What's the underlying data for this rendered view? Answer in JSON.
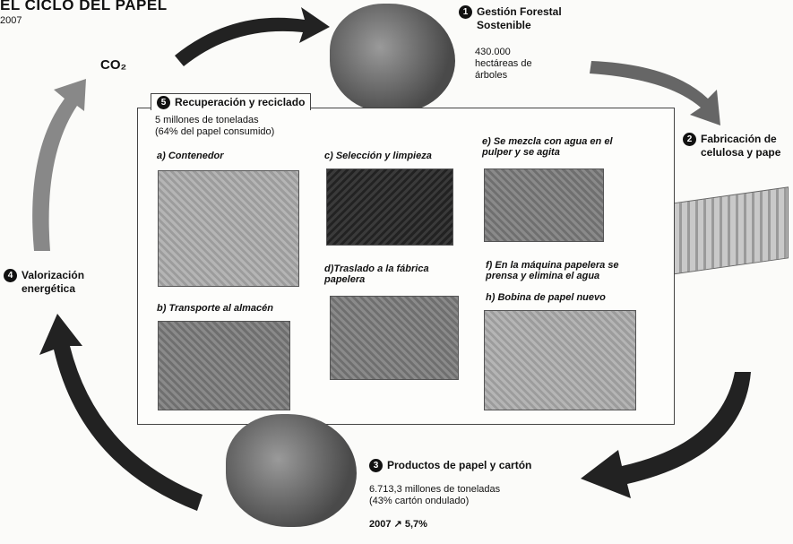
{
  "header": {
    "title": "EL CICLO DEL PAPEL",
    "year": "2007"
  },
  "co2": "CO₂",
  "stages": {
    "s1": {
      "num": "1",
      "title_l1": "Gestión Forestal",
      "title_l2": "Sostenible",
      "val_l1": "430.000",
      "val_l2": "hectáreas de",
      "val_l3": "árboles"
    },
    "s2": {
      "num": "2",
      "title_l1": "Fabricación de",
      "title_l2": "celulosa y pape"
    },
    "s3": {
      "num": "3",
      "title": "Productos de papel y cartón",
      "val_l1": "6.713,3 millones de toneladas",
      "val_l2": "(43% cartón ondulado)",
      "growth_year": "2007",
      "growth_arrow": "↗",
      "growth_val": "5,7%"
    },
    "s4": {
      "num": "4",
      "title_l1": "Valorización",
      "title_l2": "energética"
    },
    "s5": {
      "num": "5",
      "title": "Recuperación y reciclado",
      "val_l1": "5 millones de toneladas",
      "val_l2": "(64% del papel consumido)"
    }
  },
  "steps": {
    "a": "a) Contenedor",
    "b": "b) Transporte al almacén",
    "c": "c) Selección y limpieza",
    "d_l1": "d)Traslado a la fábrica",
    "d_l2": "papelera",
    "e_l1": "e) Se mezcla con agua en el",
    "e_l2": "pulper y se agita",
    "f_l1": "f) En la máquina papelera se",
    "f_l2": "prensa y elimina el agua",
    "h": "h) Bobina de papel nuevo"
  },
  "colors": {
    "arrow": "#222222",
    "arrow_light": "#555555",
    "arrow_lighter": "#888888"
  }
}
